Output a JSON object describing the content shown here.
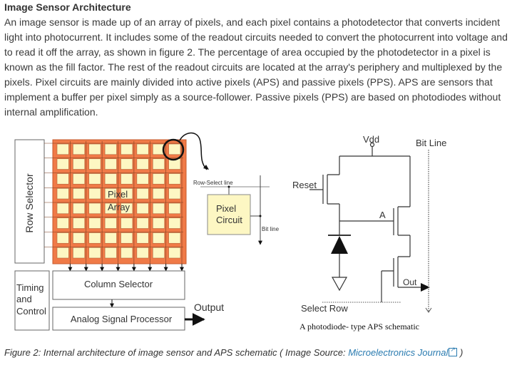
{
  "article": {
    "heading": "Image Sensor Architecture",
    "paragraph_lines": [
      "An image sensor is made up of an array of pixels, and each pixel contains a photodetector that converts incident",
      "light into photocurrent. It includes some of the readout circuits needed to convert the photocurrent into voltage and",
      "to read it off the array, as shown in figure 2. The percentage of area occupied by the photodetector in a pixel is",
      "known as the fill factor. The rest of the readout circuits are located at the array's periphery and multiplexed by the",
      "pixels. Pixel circuits are mainly divided into active pixels (APS) and passive pixels (PPS). APS are sensors that",
      "implement a buffer per pixel simply as a source-follower. Passive pixels (PPS) are based on photodiodes without",
      "internal amplification."
    ]
  },
  "figure": {
    "left_diagram": {
      "row_selector": "Row Selector",
      "pixel_array_line1": "Pixel",
      "pixel_array_line2": "Array",
      "grid_rows": 8,
      "grid_cols": 8,
      "timing_line1": "Timing",
      "timing_line2": "and",
      "timing_line3": "Control",
      "column_selector": "Column Selector",
      "analog_processor": "Analog Signal Processor",
      "output": "Output",
      "row_select_line": "Row-Select line",
      "pixel_circuit_line1": "Pixel",
      "pixel_circuit_line2": "Circuit",
      "bit_line_small": "Bit line"
    },
    "schematic": {
      "vdd": "Vdd",
      "bit_line": "Bit Line",
      "reset": "Reset",
      "node_a": "A",
      "out": "Out",
      "select_row": "Select Row",
      "title": "A photodiode- type APS schematic"
    },
    "colors": {
      "array_orange": "#f07a47",
      "pixel_fill": "#fdf7c3"
    }
  },
  "caption": {
    "text": "Figure 2: Internal architecture of image sensor and APS schematic ( Image Source: ",
    "link": "Microelectronics Journal",
    "close": " )"
  }
}
